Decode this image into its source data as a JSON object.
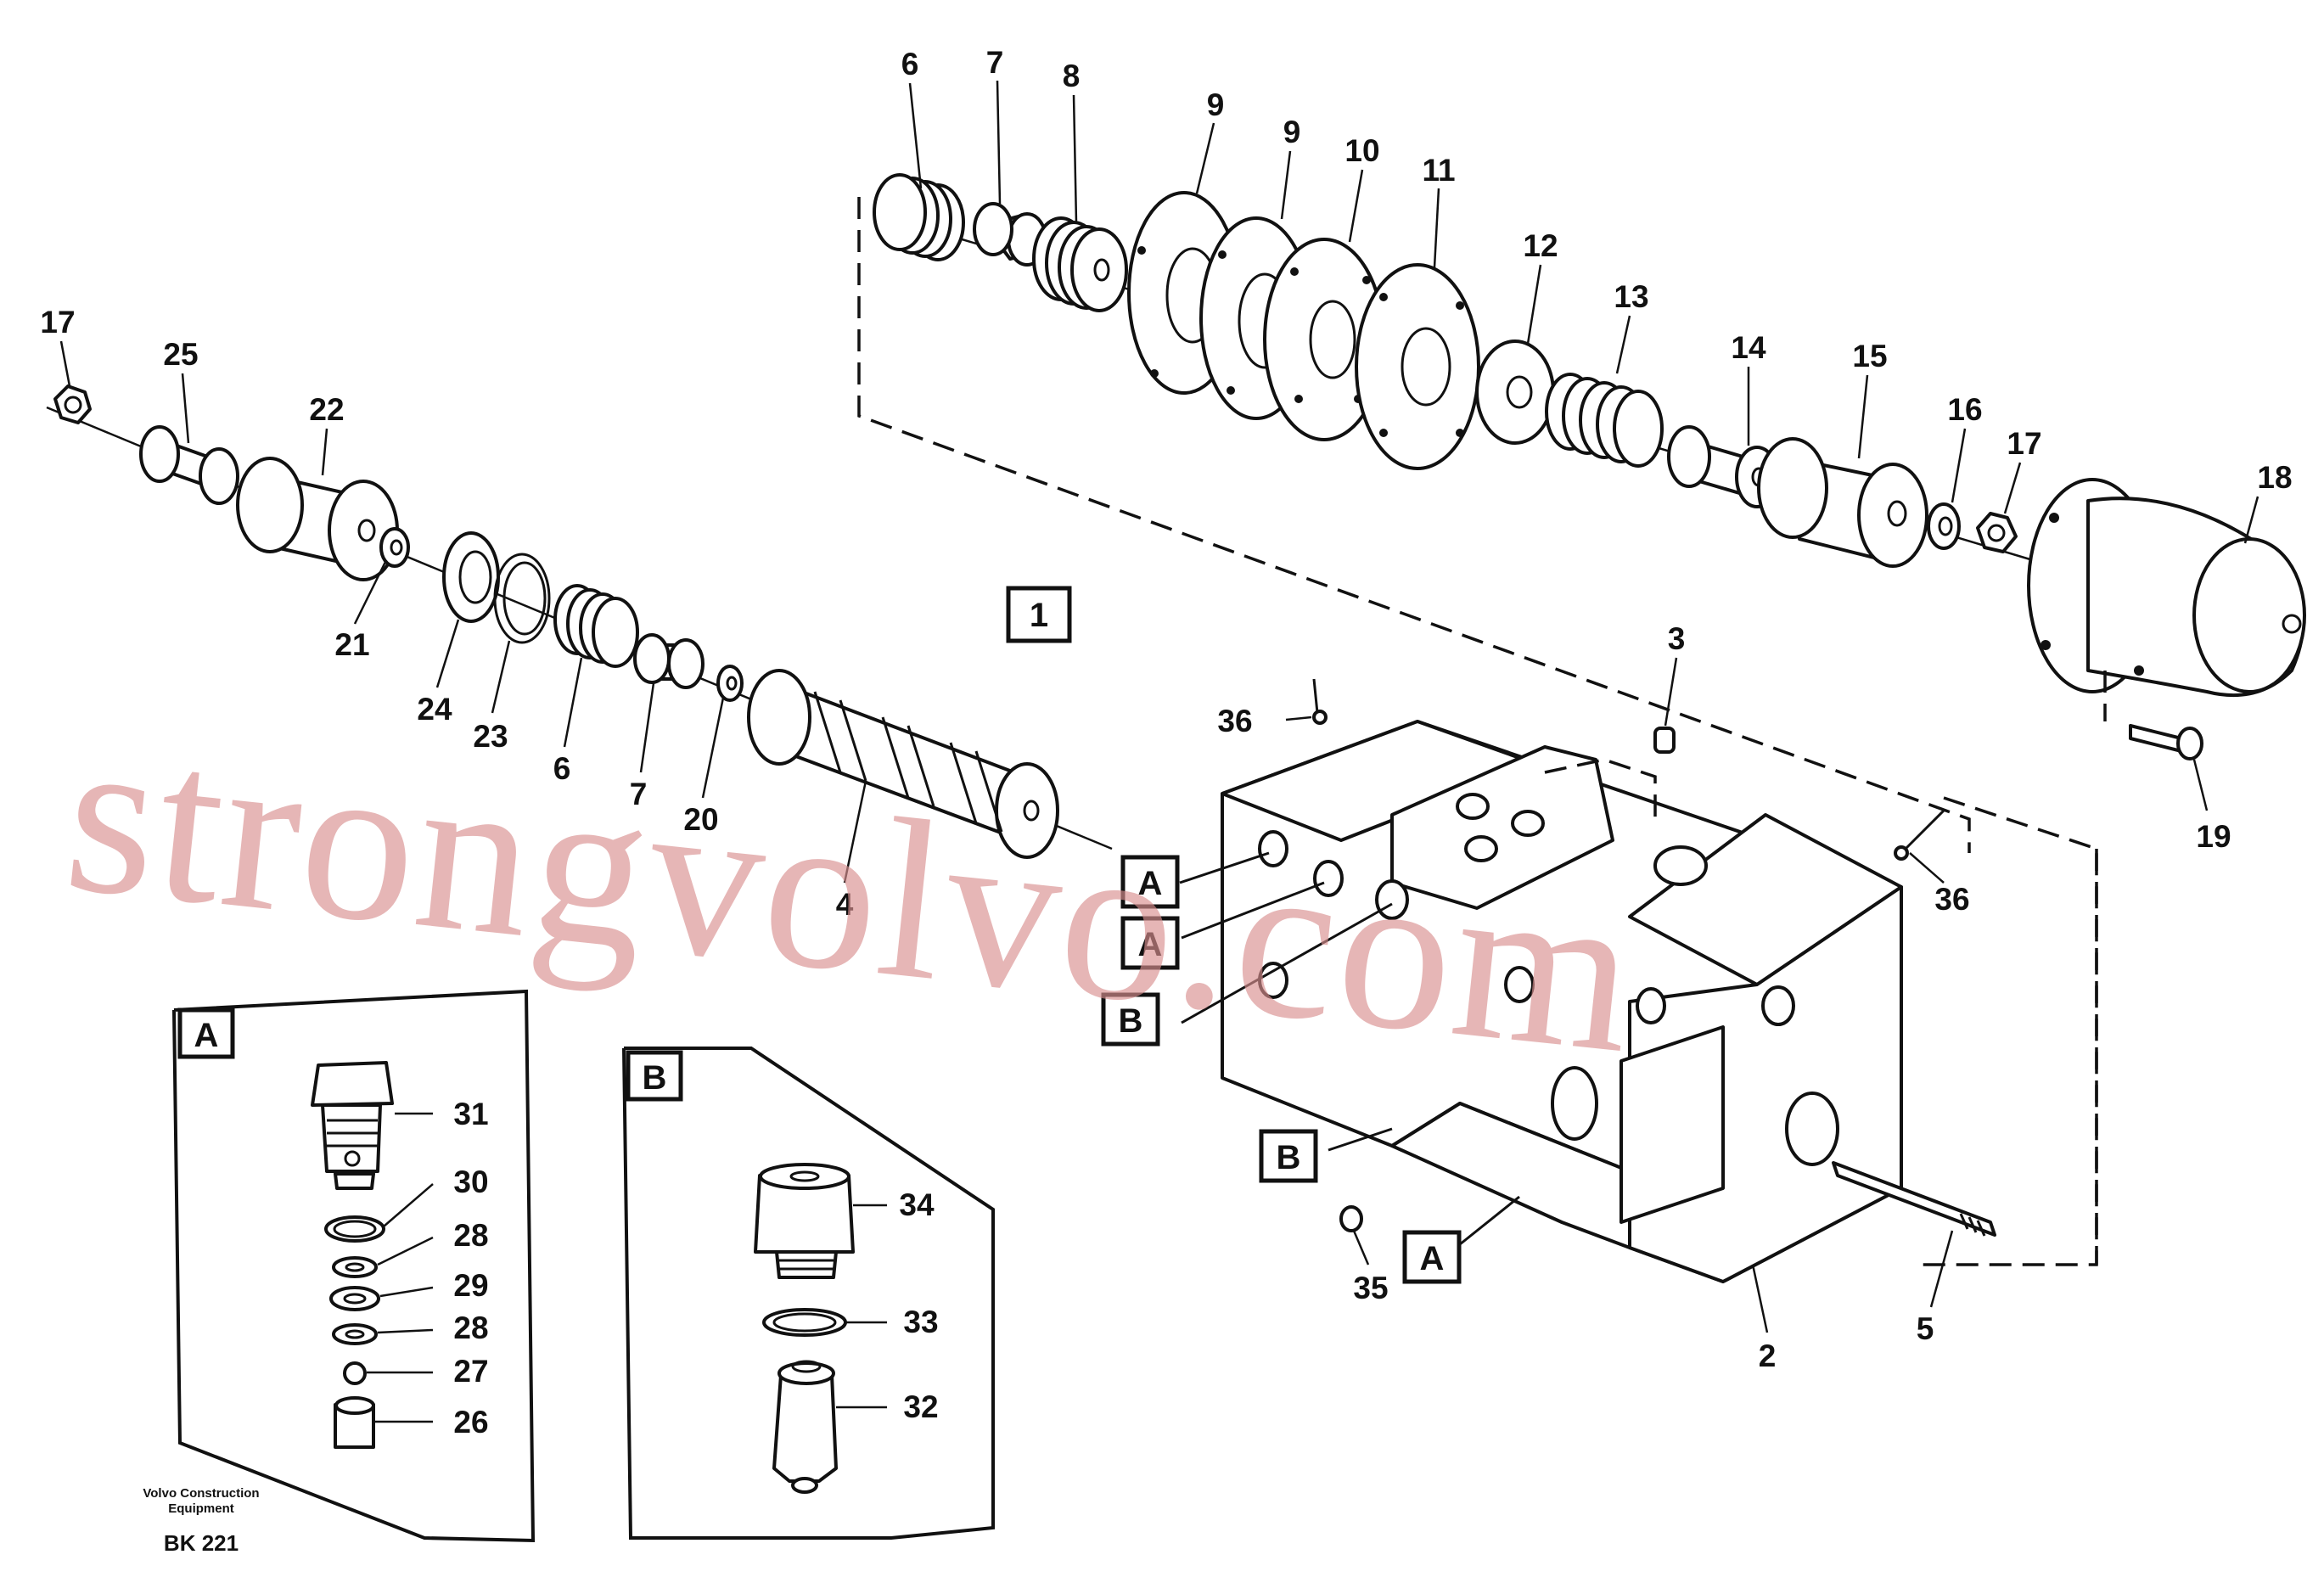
{
  "watermark": "strongvolvo.com",
  "section_label": "1",
  "publisher": {
    "line1": "Volvo Construction",
    "line2": "Equipment"
  },
  "ref_code": "BK 221",
  "insets": {
    "a_title": "A",
    "b_title": "B"
  },
  "detail_refs": [
    "A",
    "A",
    "B",
    "B",
    "A"
  ],
  "callouts": {
    "c6a": "6",
    "c7a": "7",
    "c8": "8",
    "c9a": "9",
    "c9b": "9",
    "c10": "10",
    "c11": "11",
    "c12": "12",
    "c13": "13",
    "c14": "14",
    "c15": "15",
    "c16": "16",
    "c17b": "17",
    "c18": "18",
    "c19": "19",
    "c17a": "17",
    "c25": "25",
    "c22": "22",
    "c21": "21",
    "c24": "24",
    "c23": "23",
    "c6b": "6",
    "c7b": "7",
    "c20": "20",
    "c4": "4",
    "c3": "3",
    "c36a": "36",
    "c36b": "36",
    "c35": "35",
    "c2": "2",
    "c5": "5",
    "c31": "31",
    "c30": "30",
    "c28a": "28",
    "c29": "29",
    "c28b": "28",
    "c27": "27",
    "c26": "26",
    "c34": "34",
    "c33": "33",
    "c32": "32"
  }
}
